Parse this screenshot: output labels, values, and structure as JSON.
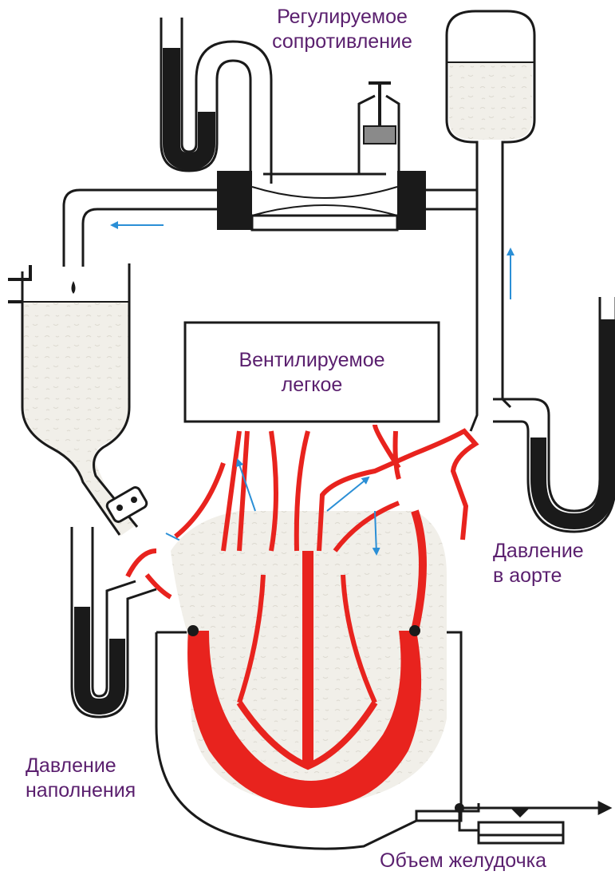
{
  "colors": {
    "label_text": "#5a1f6e",
    "heart_red": "#e8231e",
    "outline": "#1a1a1a",
    "fluid_fill": "#f1efe9",
    "flow_arrow": "#2b8fd6"
  },
  "labels": {
    "resistance_line1": "Регулируемое",
    "resistance_line2": "сопротивление",
    "lung_line1": "Вентилируемое",
    "lung_line2": "легкое",
    "aortic_pressure_line1": "Давление",
    "aortic_pressure_line2": "в аорте",
    "filling_pressure_line1": "Давление",
    "filling_pressure_line2": "наполнения",
    "ventricular_volume": "Объем желудочка"
  }
}
